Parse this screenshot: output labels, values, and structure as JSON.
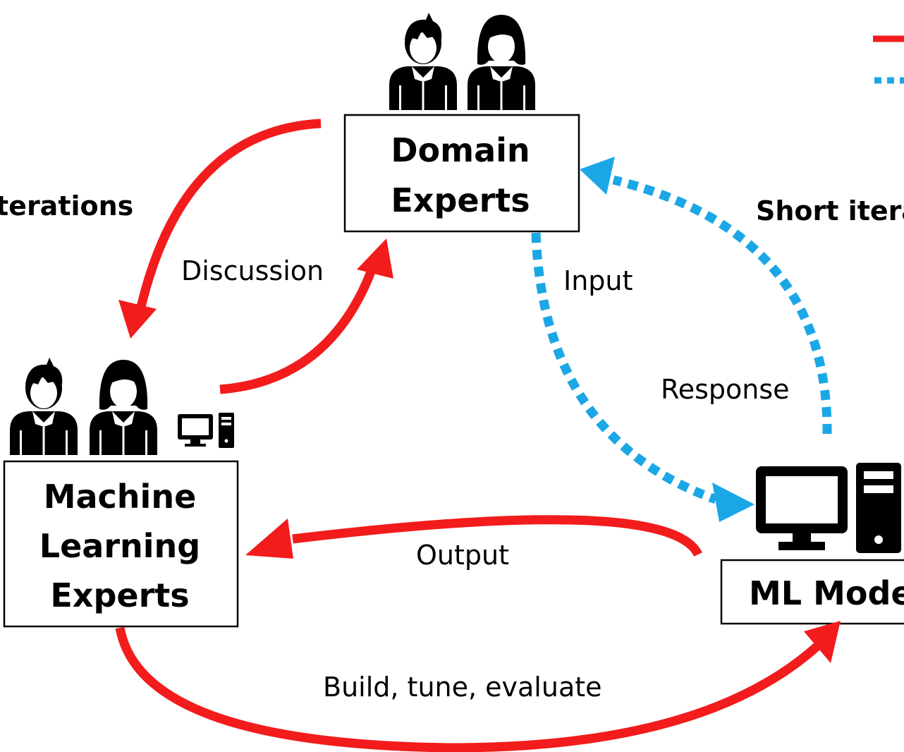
{
  "nodes": {
    "domain_experts": {
      "line1": "Domain",
      "line2": "Experts"
    },
    "ml_experts": {
      "line1": "Machine",
      "line2": "Learning",
      "line3": "Experts"
    },
    "ml_model": {
      "label": "ML Mode"
    }
  },
  "side_labels": {
    "left": "terations",
    "right": "Short itera"
  },
  "edge_labels": {
    "discussion": "Discussion",
    "input": "Input",
    "response": "Response",
    "output": "Output",
    "build": "Build, tune, evaluate"
  },
  "legend": {
    "long_style": "solid",
    "short_style": "dotted"
  },
  "colors": {
    "long_iteration": "#f21c1c",
    "short_iteration": "#1ba7e6",
    "icon": "#000000",
    "box_border": "#000000"
  }
}
